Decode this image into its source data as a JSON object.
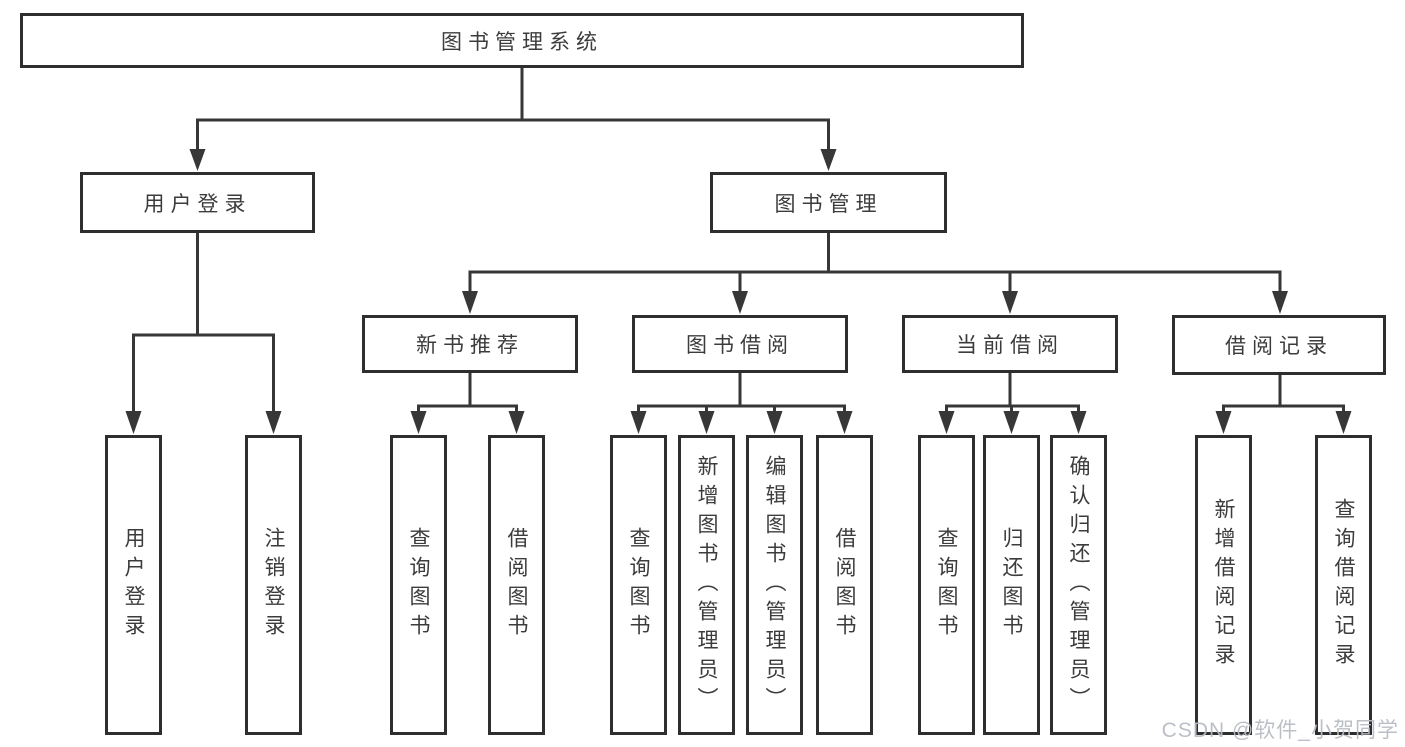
{
  "tree": {
    "label": "图书管理系统",
    "children": [
      {
        "label": "用户登录",
        "children": [
          {
            "label": "用户登录"
          },
          {
            "label": "注销登录"
          }
        ]
      },
      {
        "label": "图书管理",
        "children": [
          {
            "label": "新书推荐",
            "children": [
              {
                "label": "查询图书"
              },
              {
                "label": "借阅图书"
              }
            ]
          },
          {
            "label": "图书借阅",
            "children": [
              {
                "label": "查询图书"
              },
              {
                "label": "新增图书（管理员）"
              },
              {
                "label": "编辑图书（管理员）"
              },
              {
                "label": "借阅图书"
              }
            ]
          },
          {
            "label": "当前借阅",
            "children": [
              {
                "label": "查询图书"
              },
              {
                "label": "归还图书"
              },
              {
                "label": "确认归还（管理员）"
              }
            ]
          },
          {
            "label": "借阅记录",
            "children": [
              {
                "label": "新增借阅记录"
              },
              {
                "label": "查询借阅记录"
              }
            ]
          }
        ]
      }
    ]
  },
  "watermark": "CSDN @软件_小贺同学",
  "colors": {
    "line": "#373737",
    "box_border": "#2e2e2e",
    "box_fill": "#ffffff",
    "text": "#3c3c3c",
    "watermark": "#b8bcc3",
    "background": "#ffffff"
  }
}
